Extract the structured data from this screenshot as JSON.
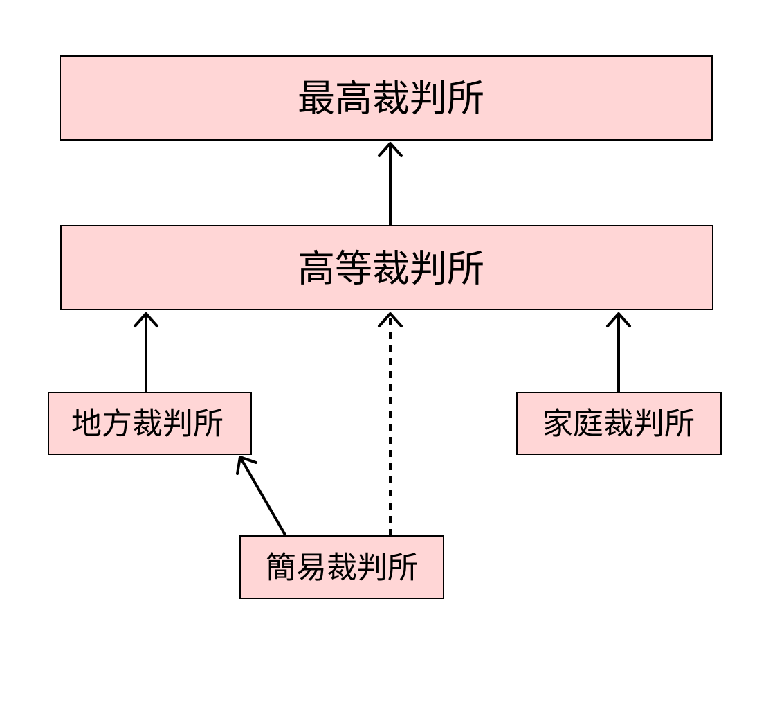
{
  "diagram": {
    "nodes": {
      "supreme": {
        "label": "最高裁判所"
      },
      "high": {
        "label": "高等裁判所"
      },
      "district": {
        "label": "地方裁判所"
      },
      "family": {
        "label": "家庭裁判所"
      },
      "summary": {
        "label": "簡易裁判所"
      }
    },
    "edges": [
      {
        "from": "high",
        "to": "supreme",
        "style": "solid"
      },
      {
        "from": "district",
        "to": "high",
        "style": "solid"
      },
      {
        "from": "summary",
        "to": "high",
        "style": "dashed"
      },
      {
        "from": "family",
        "to": "high",
        "style": "solid"
      },
      {
        "from": "summary",
        "to": "district",
        "style": "solid"
      }
    ],
    "colors": {
      "node_fill": "#ffd6d6",
      "stroke": "#000000",
      "background": "#ffffff"
    }
  }
}
